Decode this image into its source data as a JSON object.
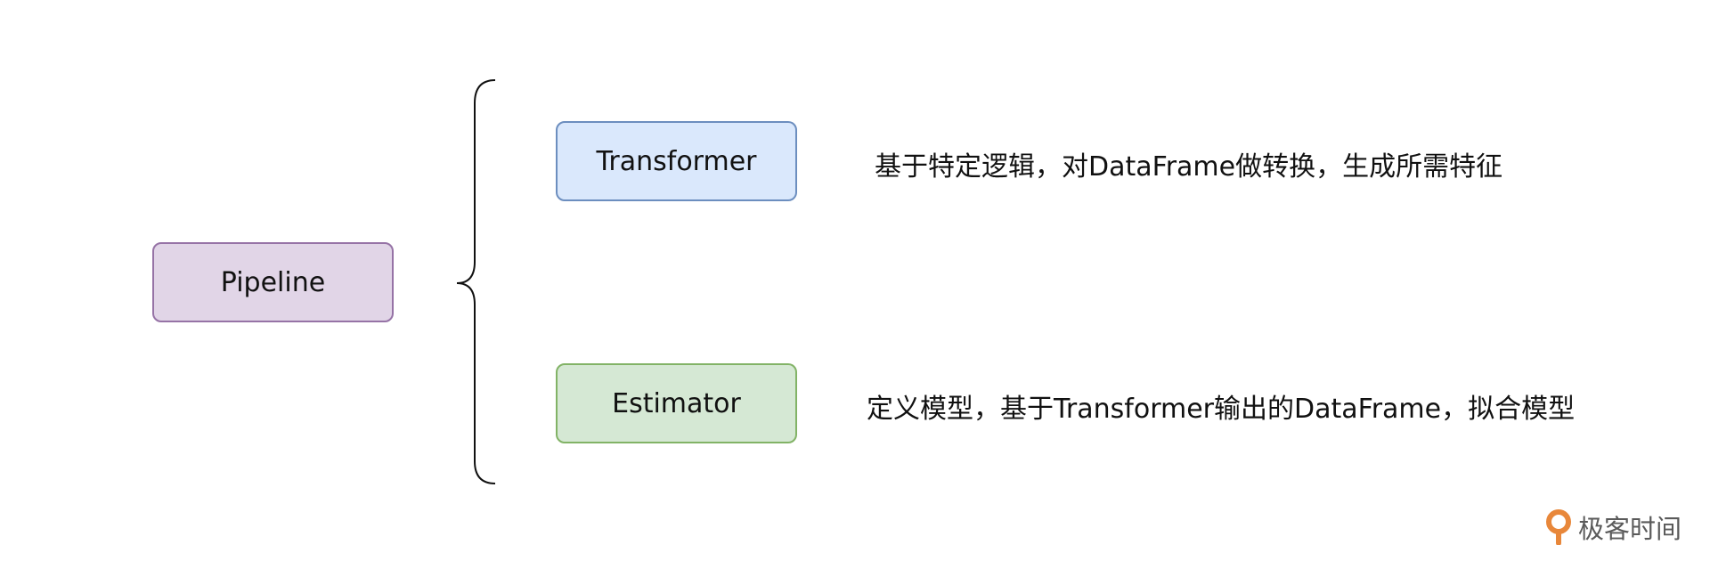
{
  "diagram": {
    "root": {
      "label": "Pipeline"
    },
    "children": [
      {
        "label": "Transformer",
        "description": "基于特定逻辑，对DataFrame做转换，生成所需特征"
      },
      {
        "label": "Estimator",
        "description": "定义模型，基于Transformer输出的DataFrame，拟合模型"
      }
    ]
  },
  "colors": {
    "pipeline_fill": "#e1d5e7",
    "pipeline_border": "#9673a6",
    "transformer_fill": "#dae8fc",
    "transformer_border": "#6c8ebf",
    "estimator_fill": "#d5e8d4",
    "estimator_border": "#82b366",
    "logo_accent": "#e8873a"
  },
  "watermark": {
    "text": "极客时间",
    "icon": "geektime-logo-icon"
  }
}
